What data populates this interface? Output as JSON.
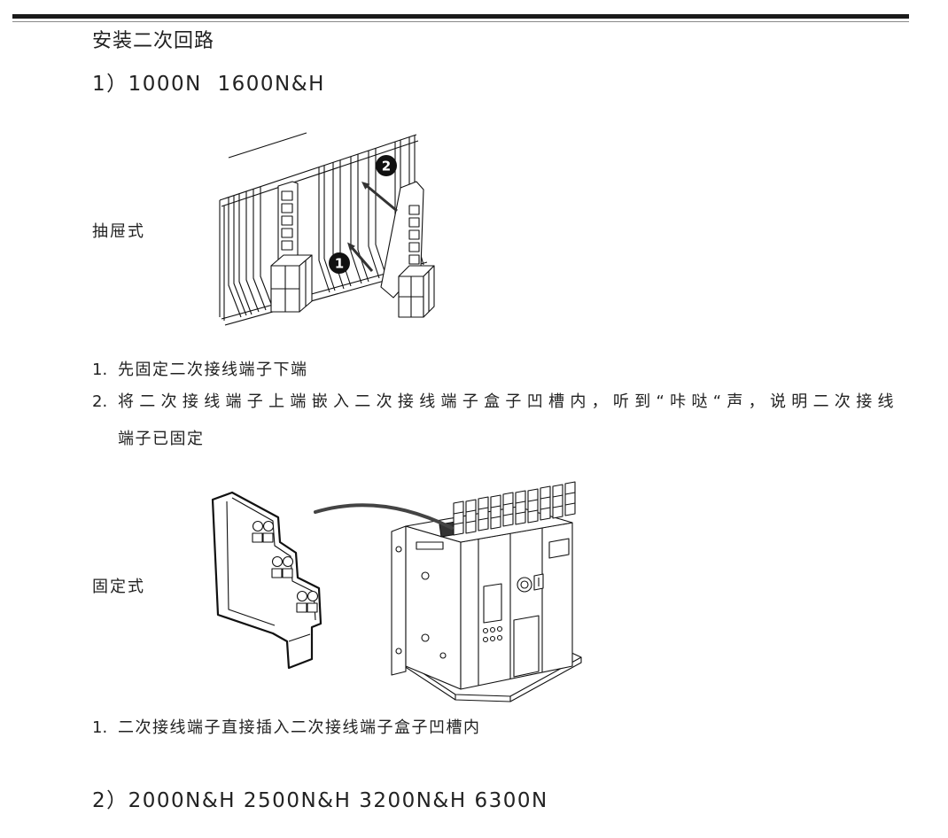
{
  "section": {
    "title": "安装二次回路"
  },
  "subsection_1": {
    "heading": "1）1000N  1600N&H"
  },
  "drawer_type": {
    "label": "抽屉式",
    "callouts": [
      "1",
      "2"
    ],
    "steps": [
      {
        "number": "1.",
        "text": "先固定二次接线端子下端"
      },
      {
        "number": "2.",
        "lines": [
          "将二次接线端子上端嵌入二次接线端子盒子凹槽内，听到“咔哒“声，说明二次接线",
          "端子已固定"
        ]
      }
    ]
  },
  "fixed_type": {
    "label": "固定式",
    "steps": [
      {
        "number": "1.",
        "text": "二次接线端子直接插入二次接线端子盒子凹槽内"
      }
    ]
  },
  "subsection_2": {
    "heading": "2）2000N&H 2500N&H 3200N&H 6300N"
  },
  "colors": {
    "text": "#222222",
    "rule": "#1a1a1a",
    "cable": "#444444",
    "callout": "#111111"
  }
}
